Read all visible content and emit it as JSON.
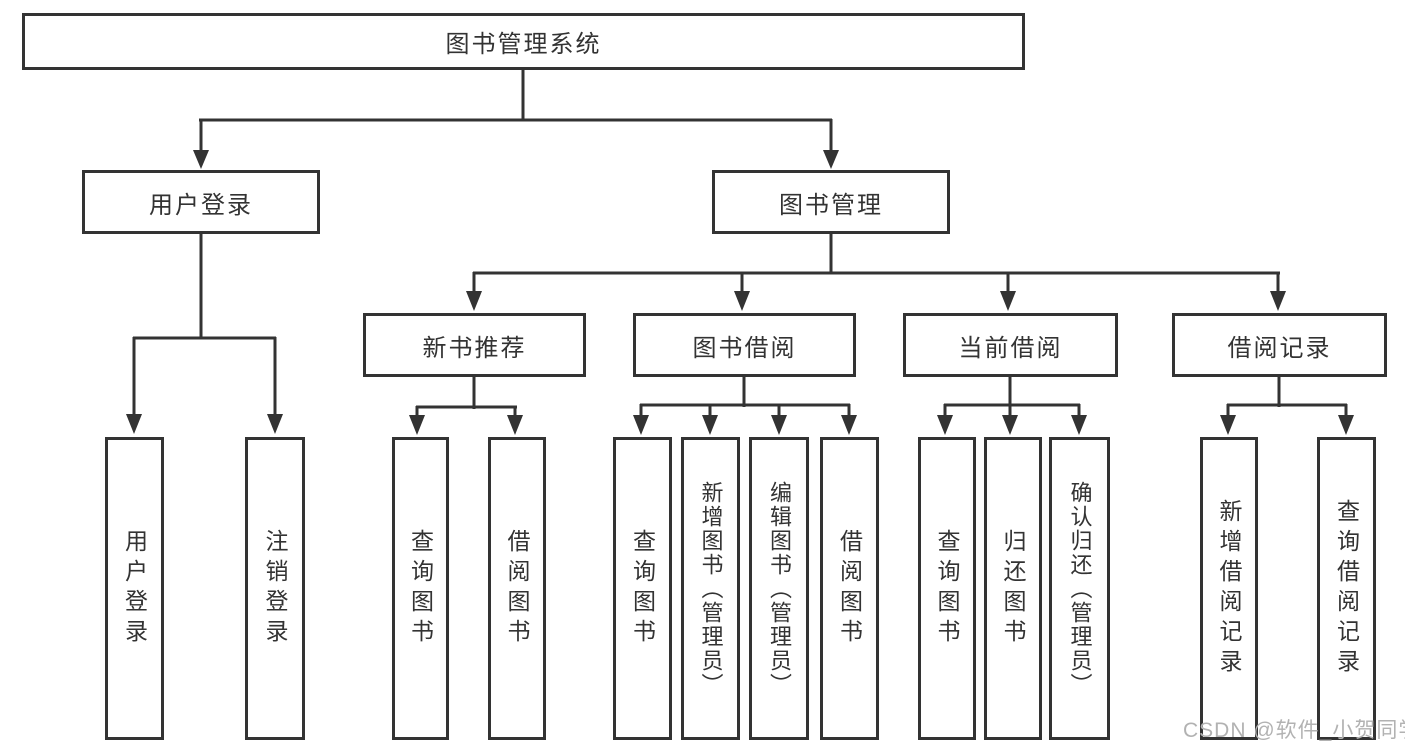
{
  "diagram": {
    "title_node": {
      "label": "图书管理系统"
    },
    "level2": [
      {
        "id": "user-login",
        "label": "用户登录"
      },
      {
        "id": "book-management",
        "label": "图书管理"
      }
    ],
    "level3": [
      {
        "id": "new-book-recommend",
        "parent": "图书管理",
        "label": "新书推荐"
      },
      {
        "id": "book-borrow",
        "parent": "图书管理",
        "label": "图书借阅"
      },
      {
        "id": "current-borrow",
        "parent": "图书管理",
        "label": "当前借阅"
      },
      {
        "id": "borrow-record",
        "parent": "图书管理",
        "label": "借阅记录"
      }
    ],
    "leaves": [
      {
        "parent": "用户登录",
        "label": "用户登录"
      },
      {
        "parent": "用户登录",
        "label": "注销登录"
      },
      {
        "parent": "新书推荐",
        "label": "查询图书"
      },
      {
        "parent": "新书推荐",
        "label": "借阅图书"
      },
      {
        "parent": "图书借阅",
        "label": "查询图书"
      },
      {
        "parent": "图书借阅",
        "label": "新增图书（管理员）"
      },
      {
        "parent": "图书借阅",
        "label": "编辑图书（管理员）"
      },
      {
        "parent": "图书借阅",
        "label": "借阅图书"
      },
      {
        "parent": "当前借阅",
        "label": "查询图书"
      },
      {
        "parent": "当前借阅",
        "label": "归还图书"
      },
      {
        "parent": "当前借阅",
        "label": "确认归还（管理员）"
      },
      {
        "parent": "借阅记录",
        "label": "新增借阅记录"
      },
      {
        "parent": "借阅记录",
        "label": "查询借阅记录"
      }
    ],
    "colors": {
      "line": "#333333",
      "box_border": "#333333",
      "text": "#333333",
      "background": "#ffffff"
    }
  },
  "watermark": {
    "text": "CSDN @软件_小贺同学",
    "color": "#b2b2b2"
  }
}
